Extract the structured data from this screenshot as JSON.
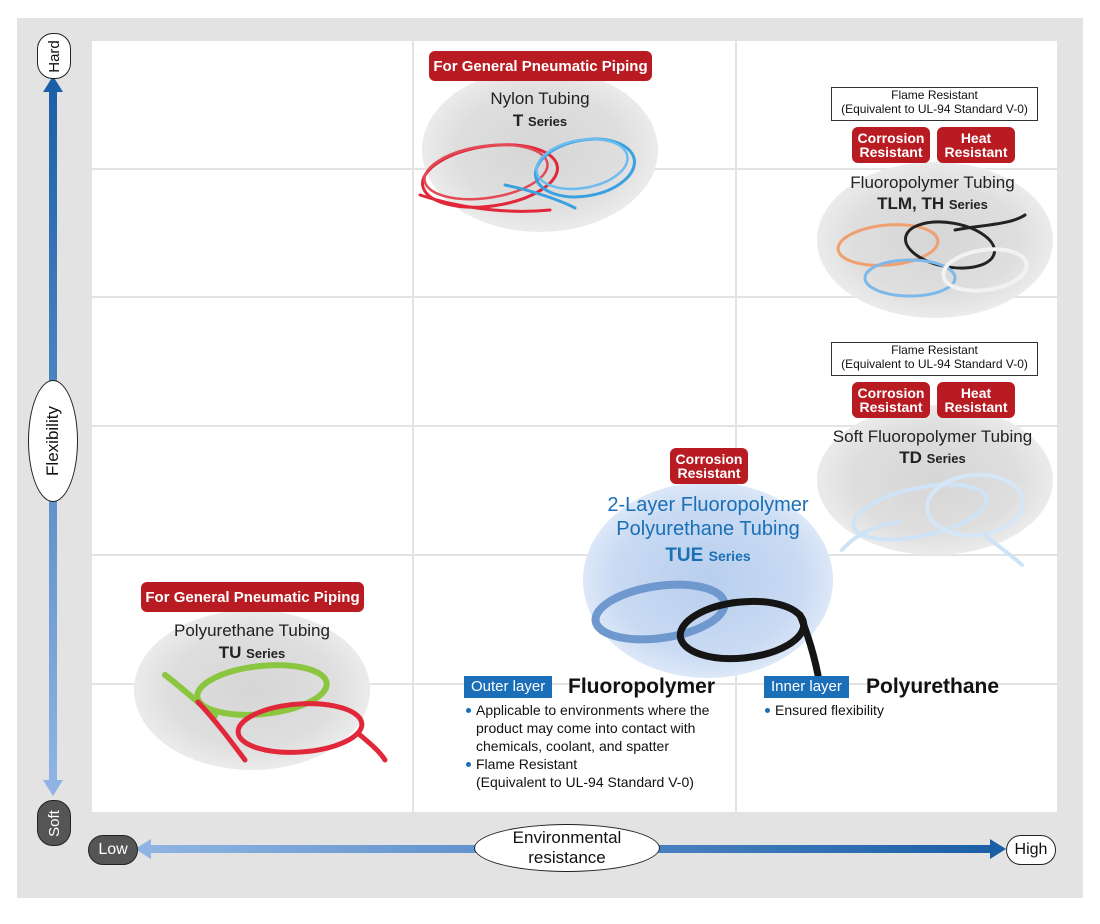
{
  "axes": {
    "y_label": "Flexibility",
    "y_high": "Hard",
    "y_low": "Soft",
    "x_label": "Environmental resistance",
    "x_low": "Low",
    "x_high": "High"
  },
  "items": {
    "nylon": {
      "tag": "For General Pneumatic Piping",
      "name": "Nylon Tubing",
      "series_code": "T",
      "series_word": "Series"
    },
    "fluoro": {
      "note_line1": "Flame Resistant",
      "note_line2": "(Equivalent to UL-94 Standard V-0)",
      "tag_a": "Corrosion Resistant",
      "tag_b": "Heat Resistant",
      "name": "Fluoropolymer Tubing",
      "series_code": "TLM, TH",
      "series_word": "Series"
    },
    "soft_fluoro": {
      "note_line1": "Flame Resistant",
      "note_line2": "(Equivalent to UL-94 Standard V-0)",
      "tag_a": "Corrosion Resistant",
      "tag_b": "Heat Resistant",
      "name": "Soft Fluoropolymer Tubing",
      "series_code": "TD",
      "series_word": "Series"
    },
    "tue": {
      "tag": "Corrosion Resistant",
      "name_line1": "2-Layer Fluoropolymer",
      "name_line2": "Polyurethane Tubing",
      "series_code": "TUE",
      "series_word": "Series",
      "outer_tag": "Outer layer",
      "outer_name": "Fluoropolymer",
      "outer_b1_l1": "Applicable to environments where the",
      "outer_b1_l2": "product may come into contact with",
      "outer_b1_l3": "chemicals, coolant, and spatter",
      "outer_b2_l1": "Flame Resistant",
      "outer_b2_l2": "(Equivalent to UL-94 Standard V-0)",
      "inner_tag": "Inner layer",
      "inner_name": "Polyurethane",
      "inner_b1": "Ensured flexibility"
    },
    "pu": {
      "tag": "For General Pneumatic Piping",
      "name": "Polyurethane Tubing",
      "series_code": "TU",
      "series_word": "Series"
    }
  },
  "colors": {
    "tag_red": "#b81c22",
    "accent_blue": "#1a6fb5",
    "grid_line": "#e3e3e3"
  }
}
